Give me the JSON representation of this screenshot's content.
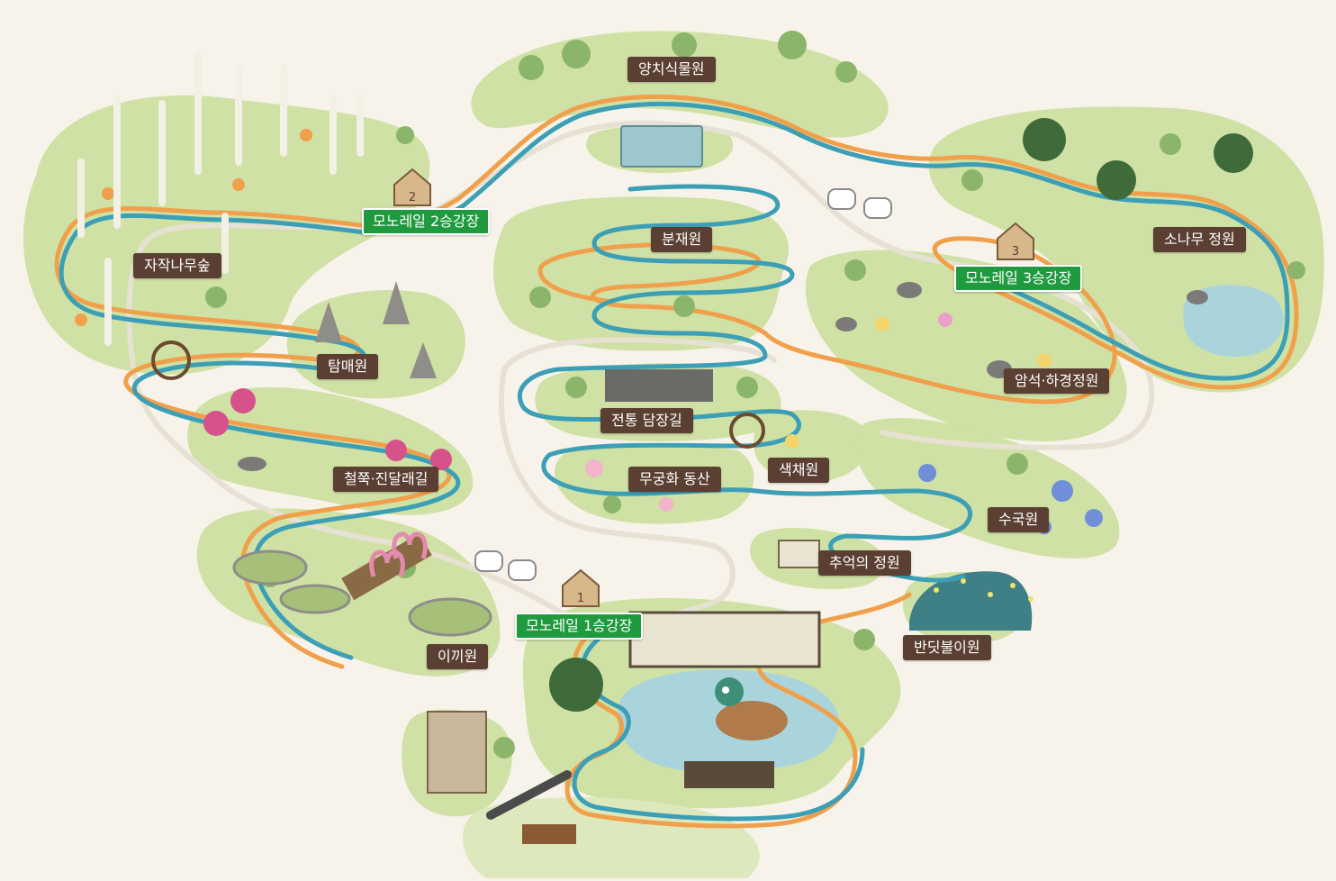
{
  "colors": {
    "background": "#f7f3ea",
    "island": "#cfe1a5",
    "island_light": "#dde9bd",
    "path_blue": "#3c9fb6",
    "path_orange": "#f0a04b",
    "monorail_track": "#e6e1d2",
    "label_bg": "#5a3f32",
    "station_bg": "#1f9a3e",
    "pond": "#a9d4dc"
  },
  "gardens": {
    "yangchi": "양치식물원",
    "jajak": "자작나무숲",
    "bunjae": "분재원",
    "sonamu": "소나무 정원",
    "tammae": "탐매원",
    "amseok": "암석·하경정원",
    "jeontong": "전통 담장길",
    "cheoljjuk": "철쭉·진달래길",
    "mugunghwa": "무궁화 동산",
    "saekchae": "색채원",
    "suguk": "수국원",
    "chueok": "추억의 정원",
    "bandeutbul": "반딧불이원",
    "ikki": "이끼원"
  },
  "stations": {
    "station1": "모노레일 1승강장",
    "station2": "모노레일 2승강장",
    "station3": "모노레일 3승강장"
  },
  "station_markers": {
    "m1": "1",
    "m2": "2",
    "m3": "3"
  }
}
